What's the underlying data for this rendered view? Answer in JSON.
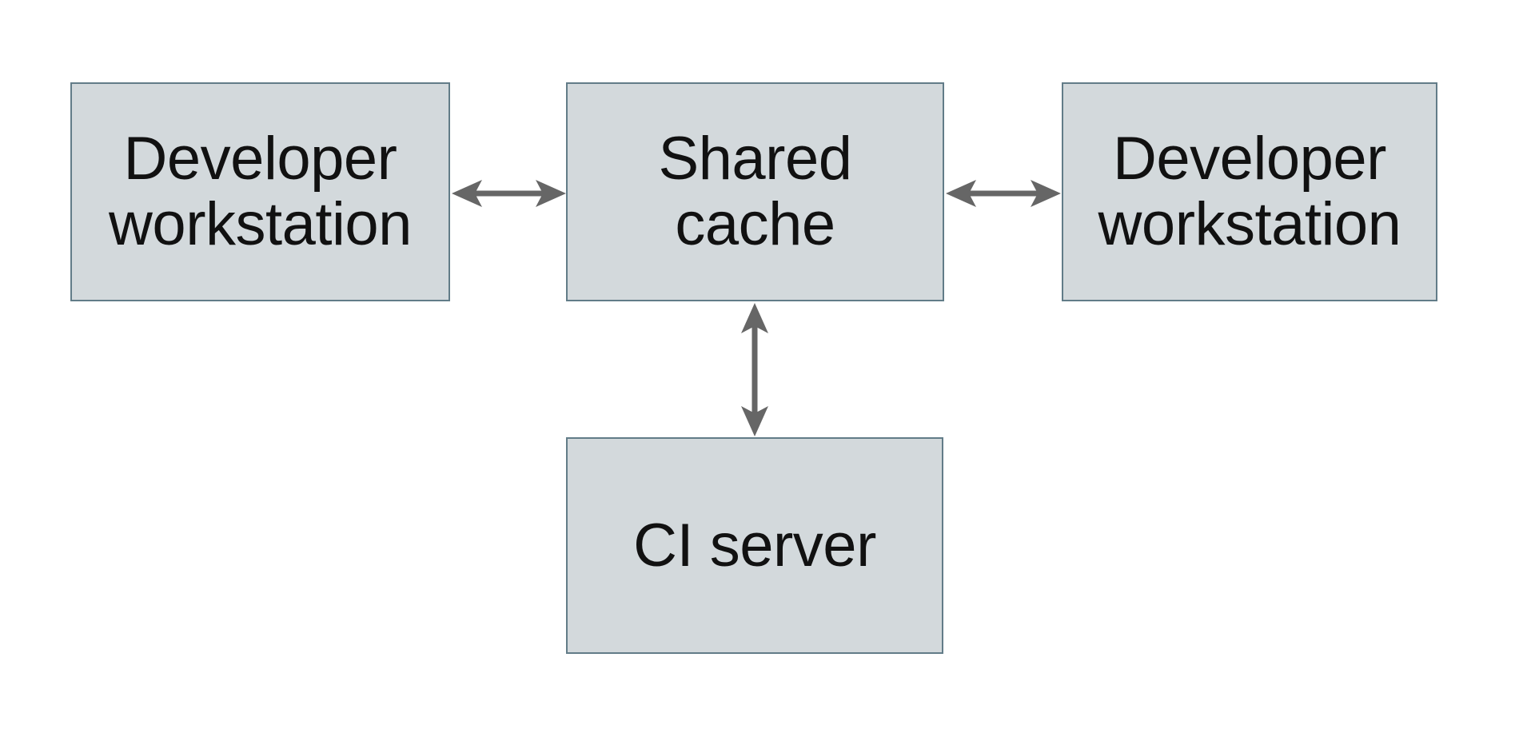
{
  "diagram": {
    "background_color": "#ffffff",
    "node_fill_color": "#d3d9dc",
    "node_border_color": "#627c88",
    "arrow_color": "#666666",
    "label_color": "#111111",
    "nodes": [
      {
        "id": "developer-workstation-left",
        "lines": [
          "Developer",
          "workstation"
        ]
      },
      {
        "id": "shared-cache",
        "lines": [
          "Shared",
          "cache"
        ]
      },
      {
        "id": "developer-workstation-right",
        "lines": [
          "Developer",
          "workstation"
        ]
      },
      {
        "id": "ci-server",
        "lines": [
          "CI server"
        ]
      }
    ],
    "edges": [
      {
        "from": "developer-workstation-left",
        "to": "shared-cache",
        "style": "double-headed-arrow",
        "orientation": "horizontal"
      },
      {
        "from": "shared-cache",
        "to": "developer-workstation-right",
        "style": "double-headed-arrow",
        "orientation": "horizontal"
      },
      {
        "from": "shared-cache",
        "to": "ci-server",
        "style": "double-headed-arrow",
        "orientation": "vertical"
      }
    ]
  }
}
